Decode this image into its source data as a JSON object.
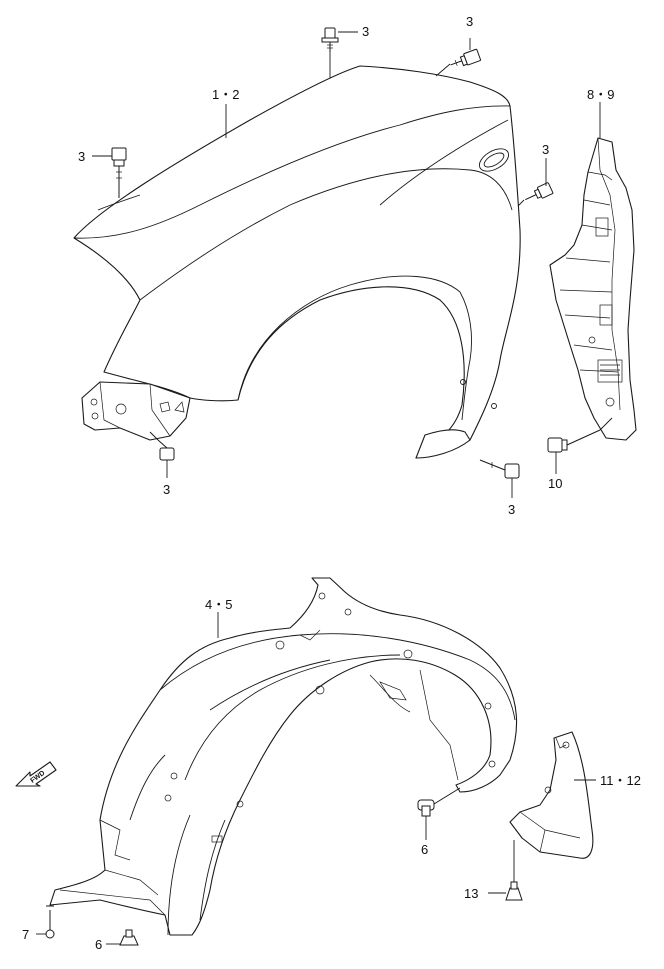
{
  "diagram": {
    "callouts": {
      "fender": "1・2",
      "fender_liner": "4・5",
      "side_bracket": "8・9",
      "mud_flap": "11・12",
      "bolt_top": "3",
      "bolt_upper_right": "3",
      "bolt_left": "3",
      "bolt_right_mid": "3",
      "bolt_lower_left": "3",
      "bolt_lower_right": "3",
      "bolt_bracket": "10",
      "clip_liner_mid": "6",
      "clip_liner_bottom": "6",
      "screw_bottom": "7",
      "clip_mudflap": "13"
    },
    "direction_label": "FWD",
    "line_color": "#1a1a1a",
    "background": "#ffffff"
  }
}
